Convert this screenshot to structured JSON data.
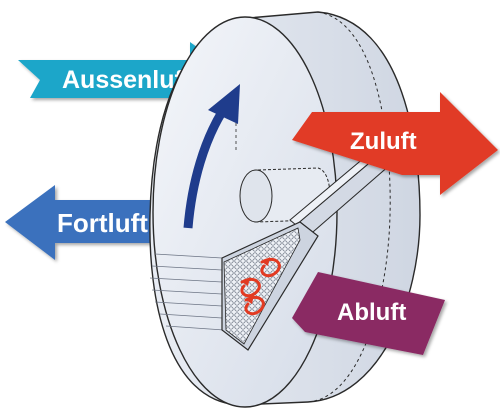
{
  "labels": {
    "aussenluft": "Aussenluft",
    "zuluft": "Zuluft",
    "fortluft": "Fortluft",
    "abluft": "Abluft"
  },
  "colors": {
    "aussenluft_arrow": "#1ea6c9",
    "zuluft_arrow": "#e13a26",
    "fortluft_arrow": "#3a71bd",
    "abluft_arrow": "#8a2a63",
    "rotation_arrow": "#1f3c8c",
    "wheel_face": "#e6ebf3",
    "wheel_rim": "#dfe5ef",
    "outline": "#2a2a2a",
    "matrix_rotation_arrows": "#e23a22"
  },
  "icons": {
    "rotation": "rotation-arrow-icon",
    "matrix_flow": "swirl-arrow-icon"
  }
}
